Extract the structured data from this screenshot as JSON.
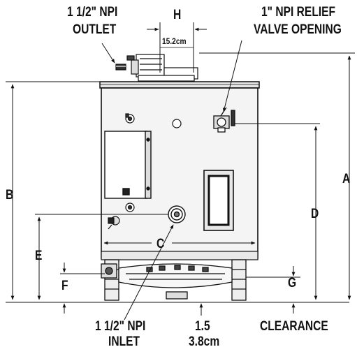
{
  "labels": {
    "outlet_line1": "1 1/2\" NPI",
    "outlet_line2": "OUTLET",
    "dim_h": "H",
    "dim_h_value": "15.2cm",
    "relief_line1": "1\" NPI RELIEF",
    "relief_line2": "VALVE OPENING",
    "dim_a": "A",
    "dim_b": "B",
    "dim_c": "C",
    "dim_d": "D",
    "dim_e": "E",
    "dim_f": "F",
    "dim_g": "G",
    "inlet_line1": "1 1/2\" NPI",
    "inlet_line2": "INLET",
    "clearance_in": "1.5",
    "clearance_cm": "3.8cm",
    "clearance": "CLEARANCE"
  },
  "colors": {
    "line": "#111111",
    "body_fill": "#f4f4f4",
    "panel_fill": "#ffffff",
    "dark": "#333333"
  }
}
